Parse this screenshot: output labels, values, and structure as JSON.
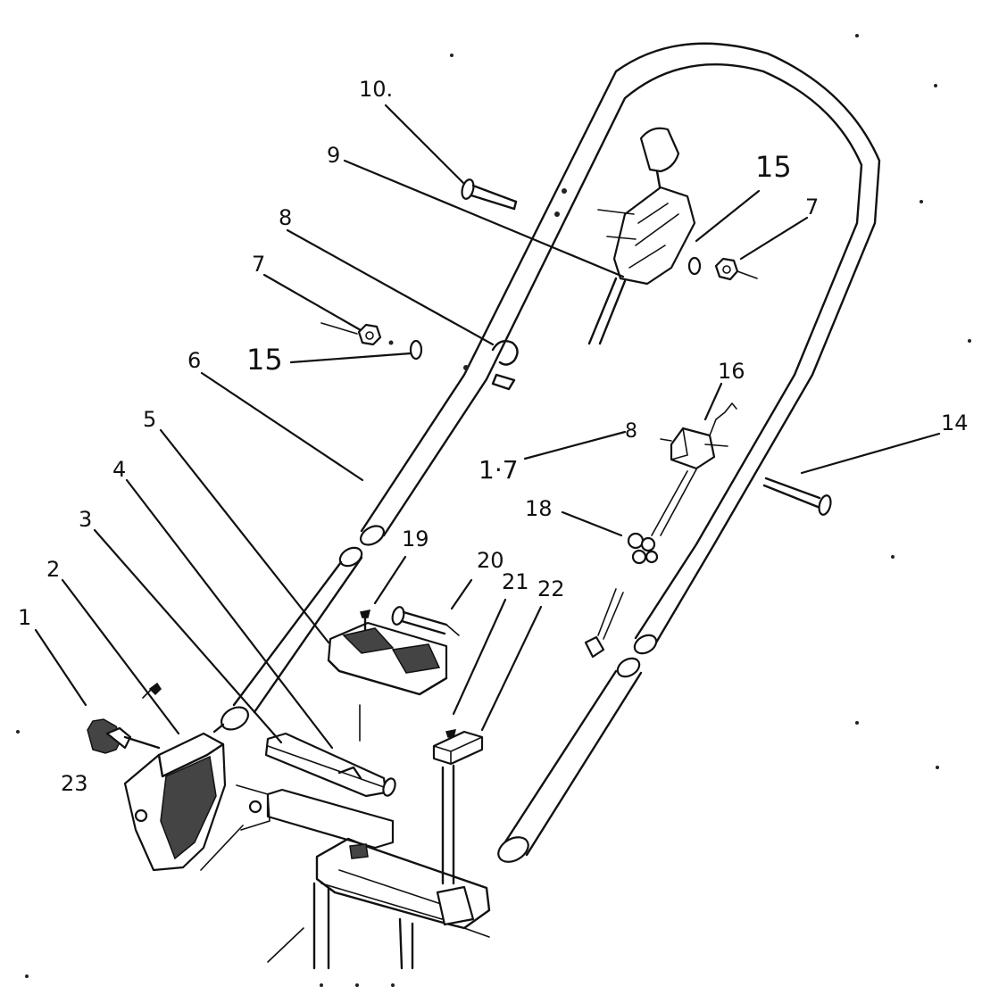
{
  "callouts": [
    {
      "id": "c1",
      "text": "1"
    },
    {
      "id": "c2",
      "text": "2"
    },
    {
      "id": "c3",
      "text": "3"
    },
    {
      "id": "c4",
      "text": "4"
    },
    {
      "id": "c5",
      "text": "5"
    },
    {
      "id": "c6",
      "text": "6"
    },
    {
      "id": "c7a",
      "text": "7"
    },
    {
      "id": "c7b",
      "text": "7"
    },
    {
      "id": "c8a",
      "text": "8"
    },
    {
      "id": "c8b",
      "text": "8"
    },
    {
      "id": "c9",
      "text": "9"
    },
    {
      "id": "c10",
      "text": "10."
    },
    {
      "id": "c14",
      "text": "14"
    },
    {
      "id": "c15a",
      "text": "15"
    },
    {
      "id": "c15b",
      "text": "15"
    },
    {
      "id": "c16",
      "text": "16"
    },
    {
      "id": "c17",
      "text": "1·7"
    },
    {
      "id": "c18",
      "text": "18"
    },
    {
      "id": "c19",
      "text": "19"
    },
    {
      "id": "c20",
      "text": "20"
    },
    {
      "id": "c21",
      "text": "21"
    },
    {
      "id": "c22",
      "text": "22"
    },
    {
      "id": "c23",
      "text": "23"
    }
  ]
}
